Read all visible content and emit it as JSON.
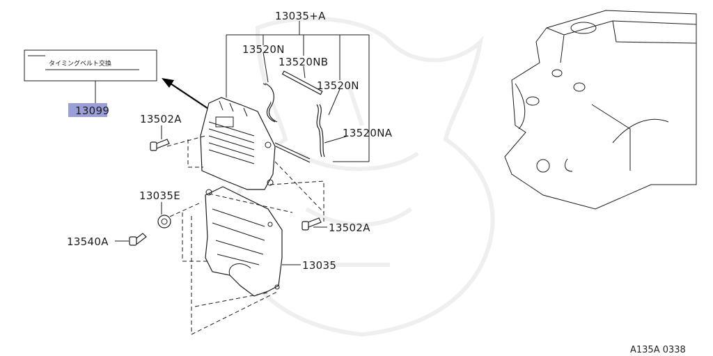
{
  "diagram": {
    "callouts": {
      "c_13035A": "13035+A",
      "c_13520N_1": "13520N",
      "c_13520NB": "13520NB",
      "c_13520N_2": "13520N",
      "c_13520NA": "13520NA",
      "c_13502A_1": "13502A",
      "c_13502A_2": "13502A",
      "c_13035E": "13035E",
      "c_13540A": "13540A",
      "c_13035": "13035"
    },
    "label_box_text": "タイミングベルト交換",
    "highlighted_part": "13099",
    "reference_code": "A135A 0338",
    "highlight_color": "#9b9fd8"
  }
}
